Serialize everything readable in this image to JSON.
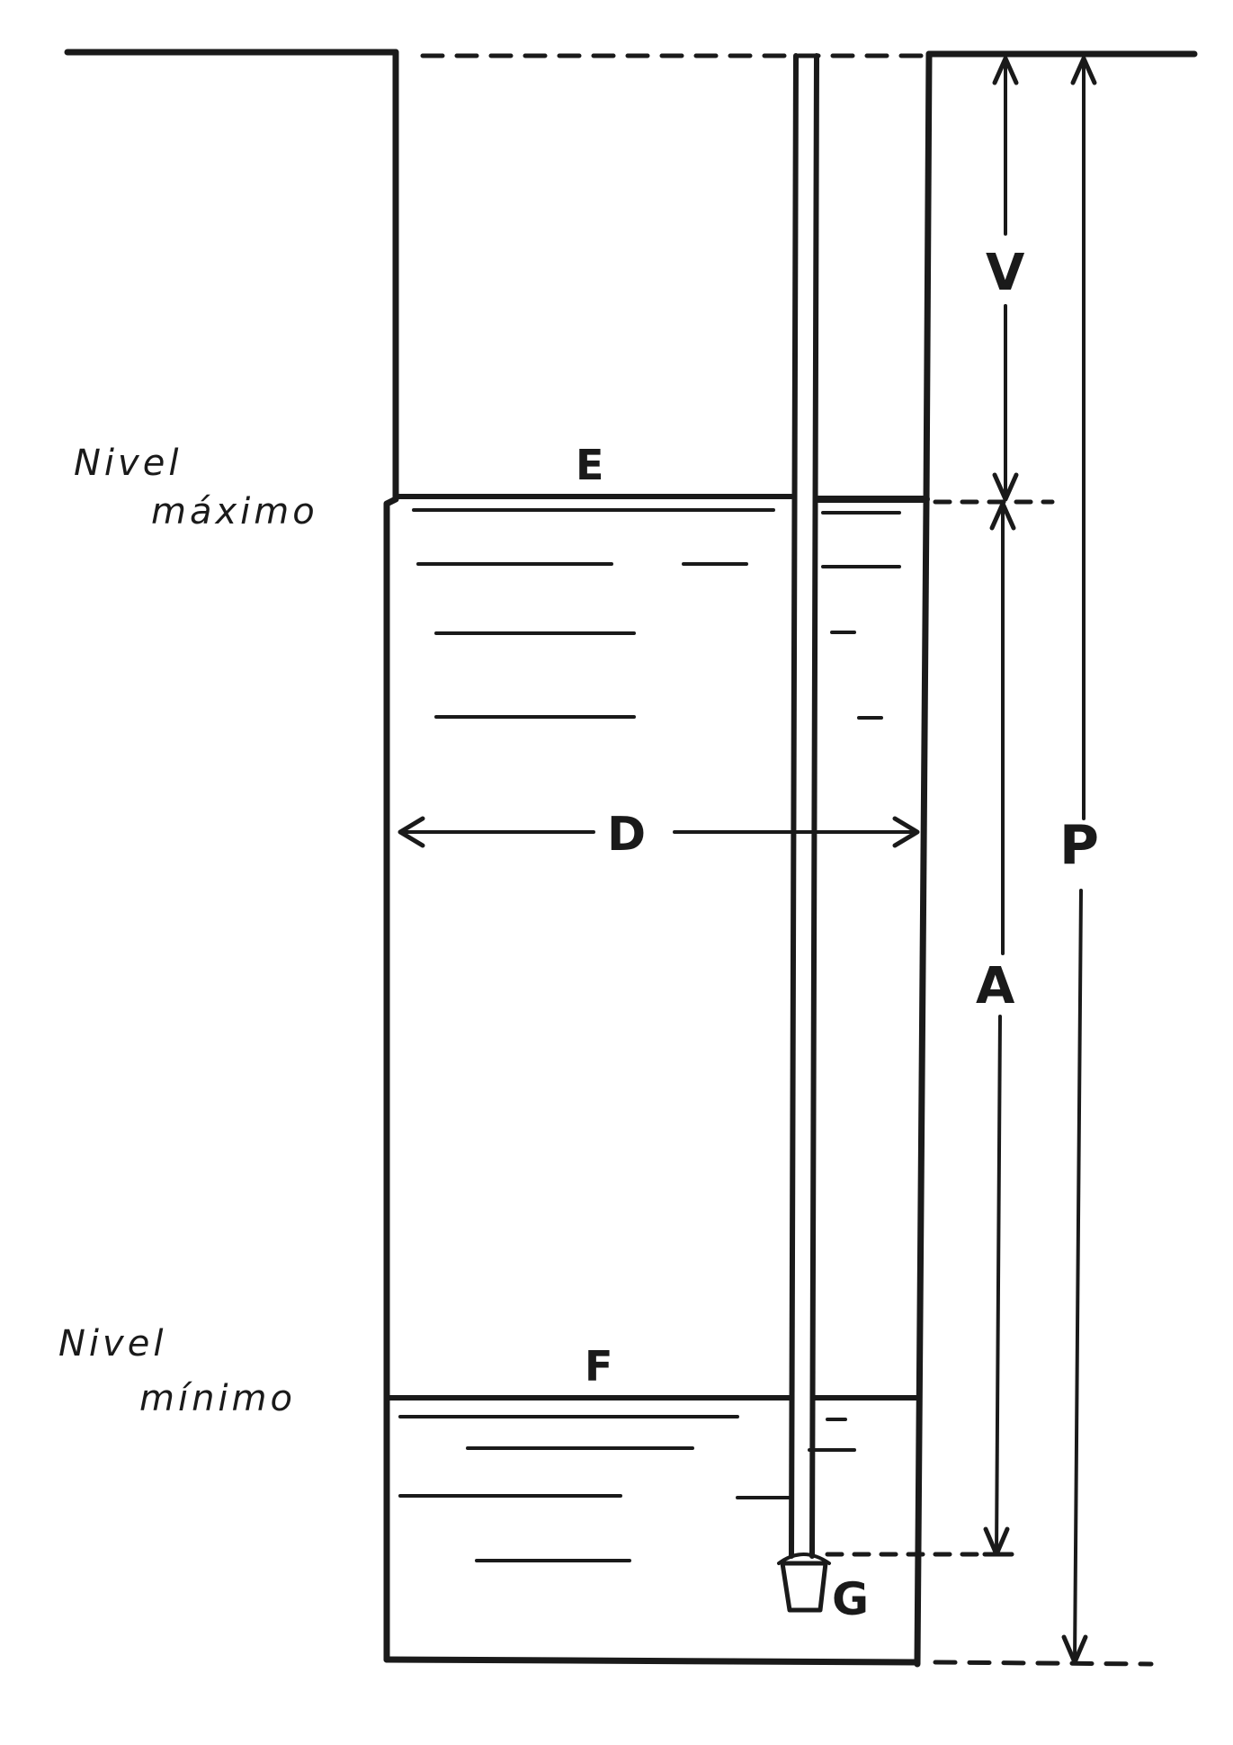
{
  "labels": {
    "max_level_line1": "Nivel",
    "max_level_line2": "máximo",
    "min_level_line1": "Nivel",
    "min_level_line2": "mínimo",
    "E": "E",
    "F": "F",
    "D": "D",
    "V": "V",
    "A": "A",
    "P": "P",
    "G": "G"
  },
  "colors": {
    "ink": "#1a1a1a",
    "background": "#ffffff"
  }
}
